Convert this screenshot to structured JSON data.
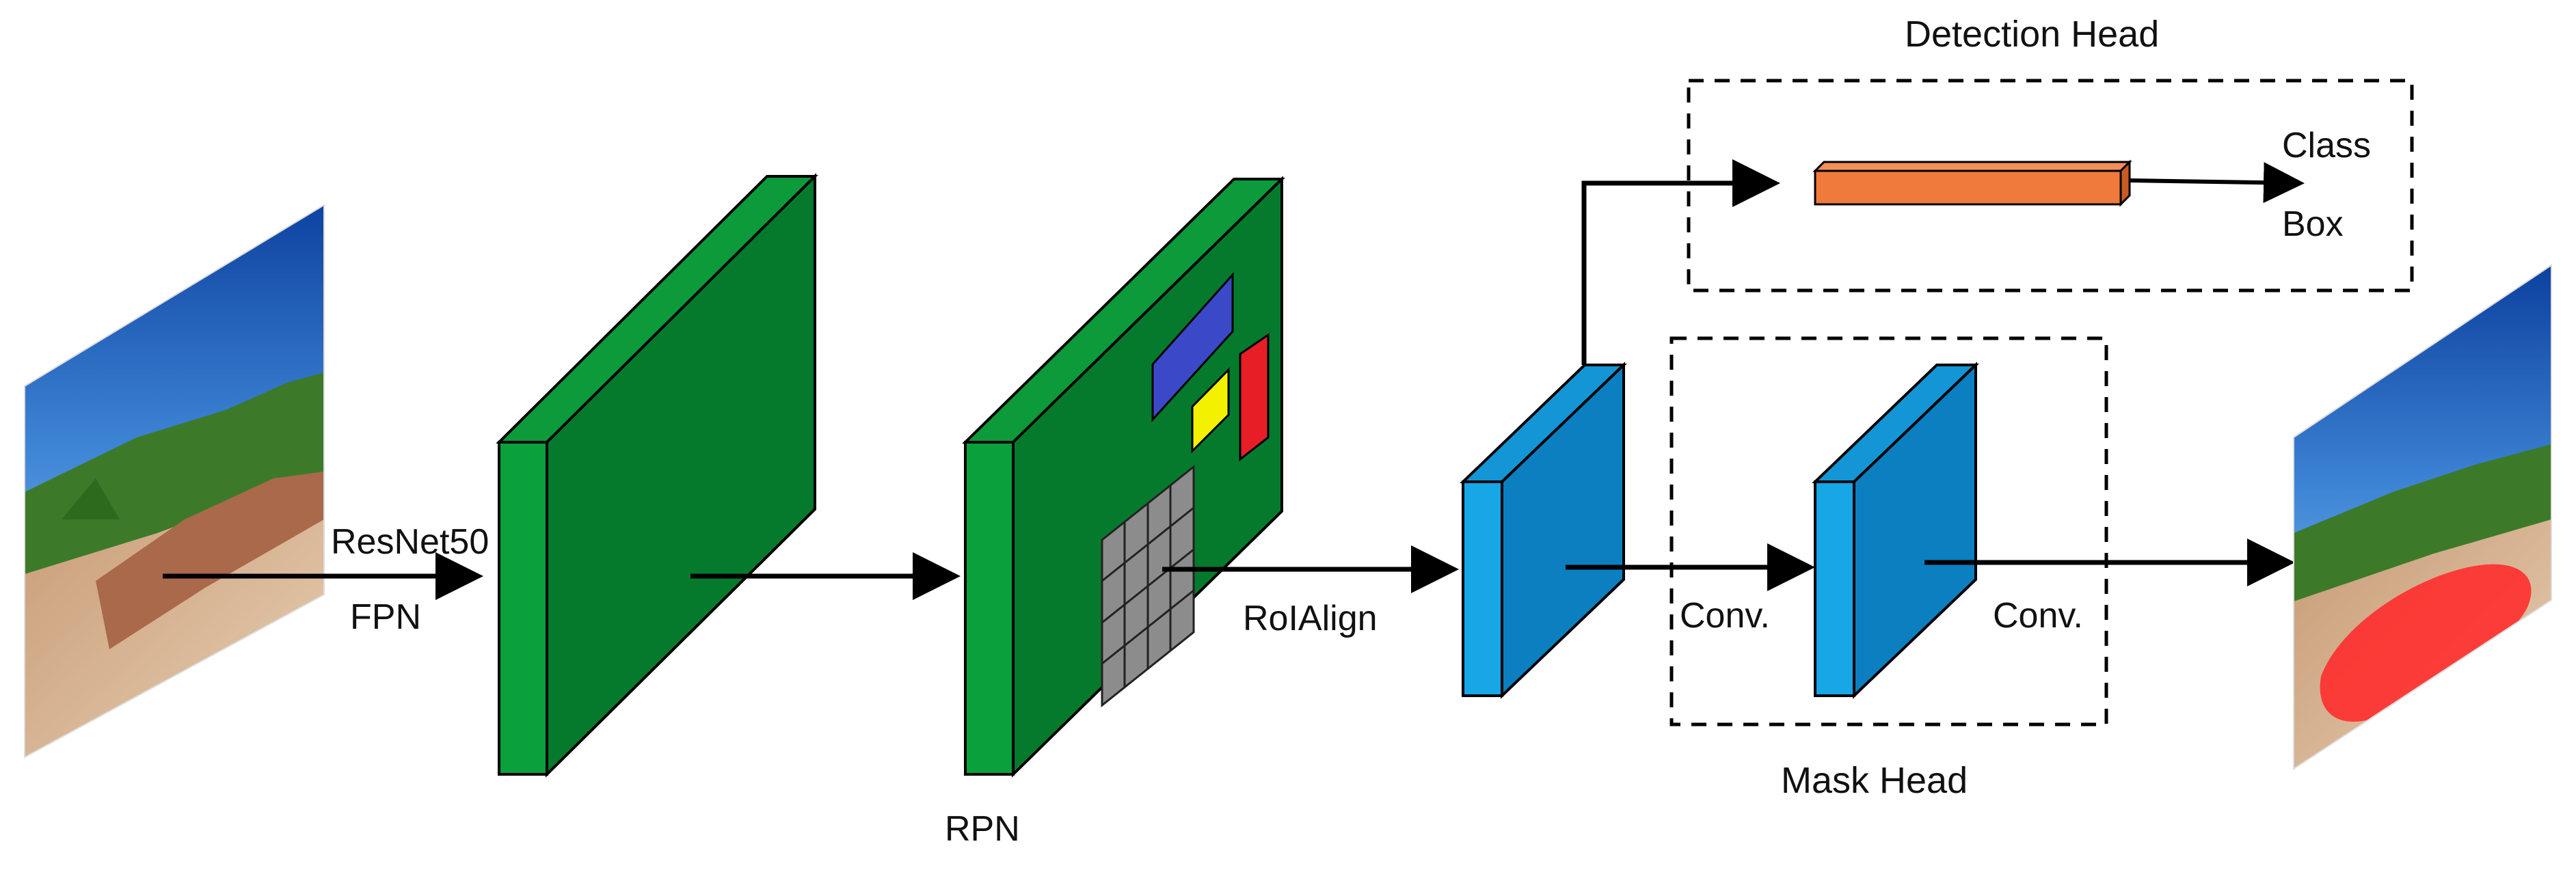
{
  "labels": {
    "backbone_top": "ResNet50",
    "backbone_bottom": "FPN",
    "rpn": "RPN",
    "roialign": "RoIAlign",
    "detection_head": "Detection Head",
    "mask_head": "Mask Head",
    "conv_1": "Conv.",
    "conv_2": "Conv.",
    "class": "Class",
    "box": "Box"
  },
  "colors": {
    "feature_map_green": "#0aa03c",
    "feature_map_green_side": "#067a2c",
    "roi_blue": "#17a6e6",
    "roi_blue_side": "#0b7fc0",
    "detection_vector": "#f07a3c",
    "proposal_blue": "#3b49c8",
    "proposal_yellow": "#f3f000",
    "proposal_red": "#e81e26",
    "grid_gray": "#8c8c8c",
    "mask_overlay": "#ff2a2a",
    "arrow": "#000000"
  },
  "icons": {
    "input_image": "landscape-photo-icon",
    "output_image": "segmented-landscape-photo-icon"
  }
}
